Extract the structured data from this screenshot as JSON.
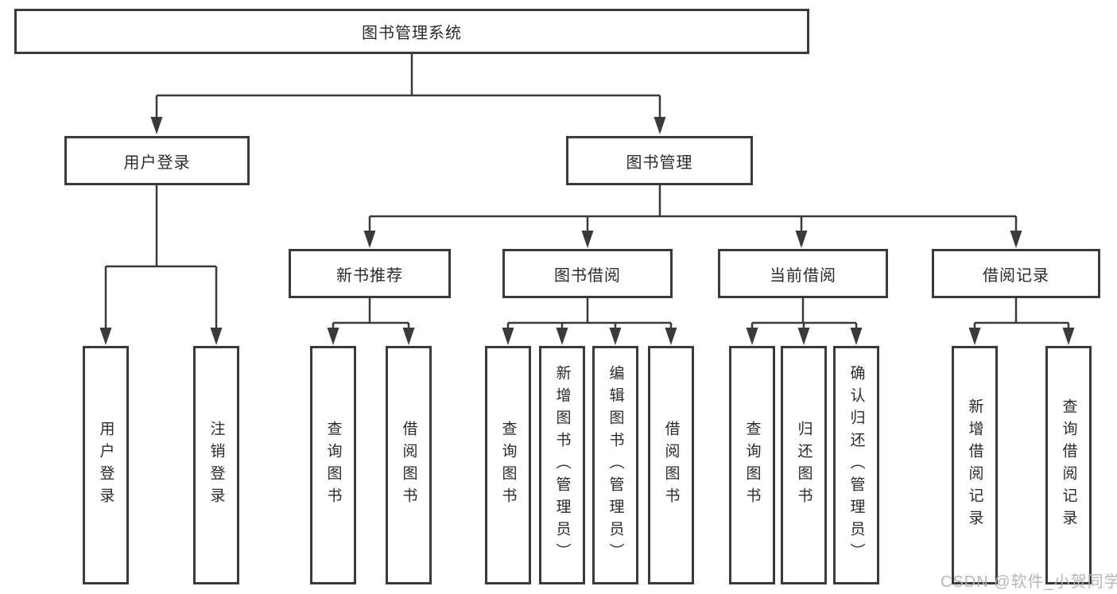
{
  "diagram": {
    "title": "图书管理系统",
    "branches": [
      {
        "label": "用户登录",
        "children": [
          {
            "label": "用户登录"
          },
          {
            "label": "注销登录"
          }
        ]
      },
      {
        "label": "图书管理",
        "children": [
          {
            "label": "新书推荐",
            "children": [
              {
                "label": "查询图书"
              },
              {
                "label": "借阅图书"
              }
            ]
          },
          {
            "label": "图书借阅",
            "children": [
              {
                "label": "查询图书"
              },
              {
                "label": "新增图书（管理员）"
              },
              {
                "label": "编辑图书（管理员）"
              },
              {
                "label": "借阅图书"
              }
            ]
          },
          {
            "label": "当前借阅",
            "children": [
              {
                "label": "查询图书"
              },
              {
                "label": "归还图书"
              },
              {
                "label": "确认归还（管理员）"
              }
            ]
          },
          {
            "label": "借阅记录",
            "children": [
              {
                "label": "新增借阅记录"
              },
              {
                "label": "查询借阅记录"
              }
            ]
          }
        ]
      }
    ]
  },
  "watermark": {
    "text": "CSDN @软件_小贺同学"
  },
  "colors": {
    "line": "#3a3a3a",
    "box_border": "#3a3a3a",
    "text": "#2b2b2b",
    "watermark": "#b2b2b2",
    "background": "#ffffff"
  }
}
